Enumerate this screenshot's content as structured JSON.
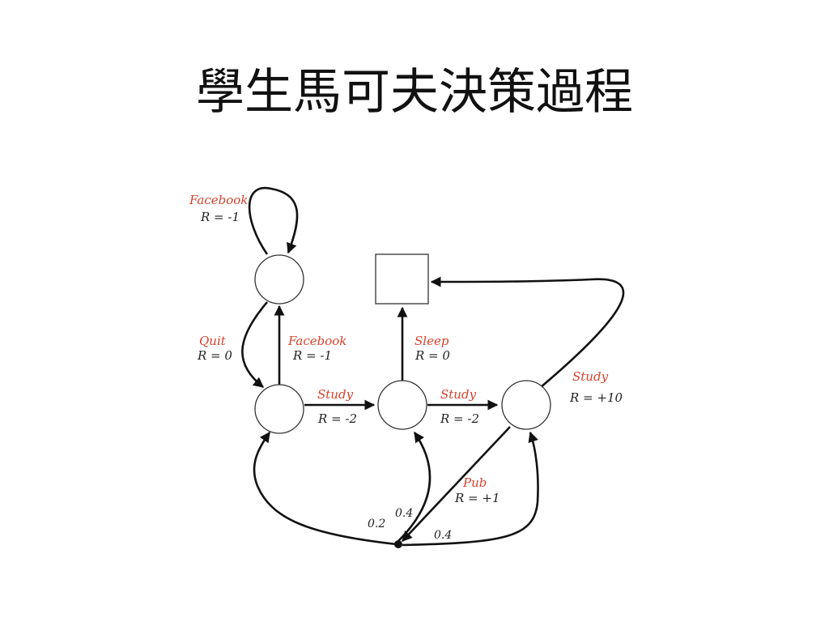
{
  "title": "學生馬可夫決策過程",
  "diagram": {
    "labels": {
      "fb_loop_action": "Facebook",
      "fb_loop_reward": "R = -1",
      "quit_action": "Quit",
      "quit_reward": "R = 0",
      "fb_up_action": "Facebook",
      "fb_up_reward": "R = -1",
      "sleep_action": "Sleep",
      "sleep_reward": "R = 0",
      "study1_action": "Study",
      "study1_reward": "R = -2",
      "study2_action": "Study",
      "study2_reward": "R = -2",
      "study3_action": "Study",
      "study3_reward": "R = +10",
      "pub_action": "Pub",
      "pub_reward": "R = +1",
      "prob_to_class1": "0.2",
      "prob_to_class2": "0.4",
      "prob_to_class3": "0.4"
    }
  }
}
